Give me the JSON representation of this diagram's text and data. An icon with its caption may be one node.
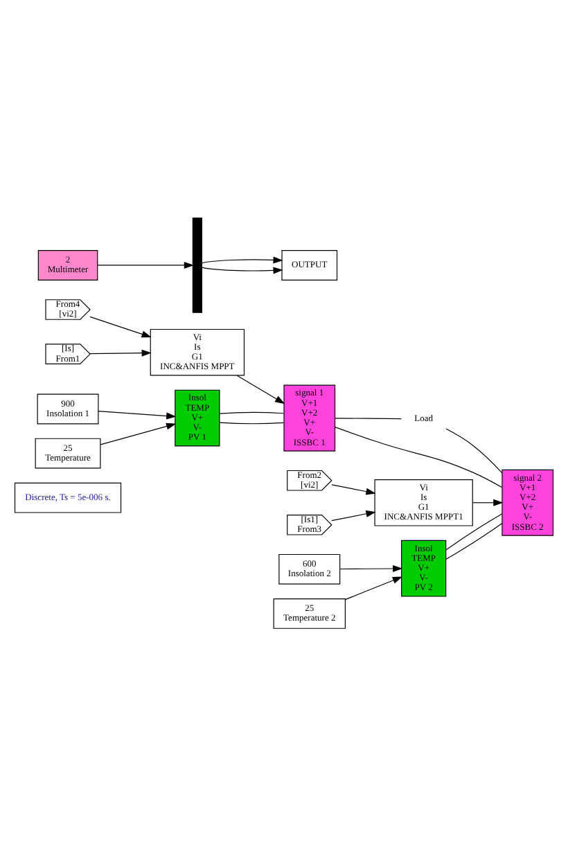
{
  "diagram": {
    "nodes": [
      {
        "text": [
          "Discrete, Ts = 5e-006 s."
        ]
      },
      {
        "text": [
          "From4",
          "[vi2]"
        ]
      },
      {
        "text": [
          "[Is]",
          "From1"
        ]
      },
      {
        "text": [
          "Vi",
          "Is",
          "G1",
          "INC&ANFIS MPPT"
        ]
      },
      {
        "text": [
          "900",
          "Insolation 1"
        ]
      },
      {
        "text": [
          "25",
          "Temperature"
        ]
      },
      {
        "text": [
          "Insol",
          "TEMP",
          "V+",
          "V-",
          "PV 1"
        ]
      },
      {
        "text": [
          "signal 1",
          "V+1",
          "V+2",
          "V+",
          "V-",
          "ISSBC 1"
        ]
      },
      {
        "text": [
          "Load"
        ]
      },
      {
        "text": [
          "From2",
          "[vi2]"
        ]
      },
      {
        "text": [
          "[Is1]",
          "From3"
        ]
      },
      {
        "text": [
          "Vi",
          "Is",
          "G1",
          "INC&ANFIS MPPT1"
        ]
      },
      {
        "text": [
          "600",
          "Insolation 2"
        ]
      },
      {
        "text": [
          "25",
          "Temperature 2"
        ]
      },
      {
        "text": [
          "Insol",
          "TEMP",
          "V+",
          "V-",
          "PV 2"
        ]
      },
      {
        "text": [
          "signal 2",
          "V+1",
          "V+2",
          "V+",
          "V-",
          "ISSBC 2"
        ]
      },
      {
        "text": [
          "2",
          "Multimeter"
        ]
      },
      {
        "text": [],
        "shape": "bar"
      },
      {
        "text": [
          "OUTPUT"
        ]
      }
    ],
    "edges": [
      {
        "from": 1,
        "to": 3,
        "arrow": "to"
      },
      {
        "from": 2,
        "to": 3,
        "arrow": "to"
      },
      {
        "from": 3,
        "to": 7,
        "arrow": "to"
      },
      {
        "from": 4,
        "to": 6,
        "arrow": "to"
      },
      {
        "from": 5,
        "to": 6,
        "arrow": "to"
      },
      {
        "from": 6,
        "to": 7,
        "arrow": "none"
      },
      {
        "from": 6,
        "to": 7,
        "arrow": "none"
      },
      {
        "from": 7,
        "to": 8,
        "arrow": "none"
      },
      {
        "from": 7,
        "to": 15,
        "arrow": "none"
      },
      {
        "from": 8,
        "to": 15,
        "arrow": "none"
      },
      {
        "from": 9,
        "to": 11,
        "arrow": "to"
      },
      {
        "from": 10,
        "to": 11,
        "arrow": "to"
      },
      {
        "from": 11,
        "to": 15,
        "arrow": "to"
      },
      {
        "from": 12,
        "to": 14,
        "arrow": "to"
      },
      {
        "from": 13,
        "to": 14,
        "arrow": "to"
      },
      {
        "from": 14,
        "to": 15,
        "arrow": "none"
      },
      {
        "from": 14,
        "to": 15,
        "arrow": "none"
      },
      {
        "from": 16,
        "to": 17,
        "arrow": "to"
      },
      {
        "from": 17,
        "to": 18,
        "arrow": "to"
      },
      {
        "from": 17,
        "to": 18,
        "arrow": "to"
      }
    ]
  }
}
